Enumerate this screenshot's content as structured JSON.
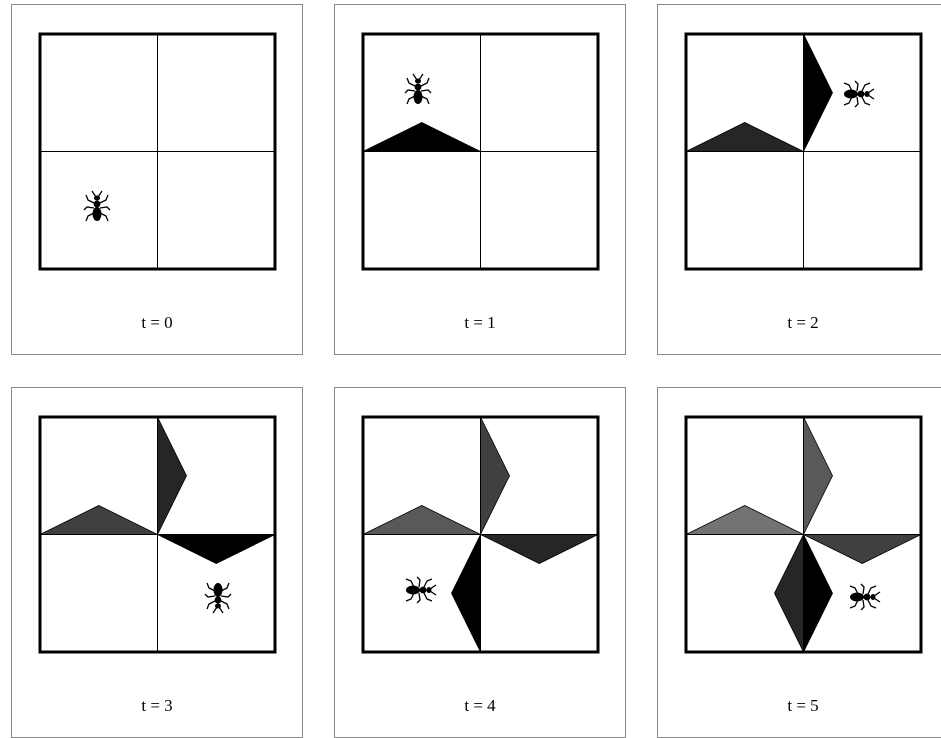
{
  "panels": [
    {
      "label": "t = 0",
      "bug": {
        "quadrant": "bottom-left",
        "facing": "up"
      },
      "pheromones": []
    },
    {
      "label": "t = 1",
      "bug": {
        "quadrant": "top-left",
        "facing": "up"
      },
      "pheromones": [
        {
          "edge": "left",
          "intensity": 1.0
        }
      ]
    },
    {
      "label": "t = 2",
      "bug": {
        "quadrant": "top-right",
        "facing": "right"
      },
      "pheromones": [
        {
          "edge": "left",
          "intensity": 0.85
        },
        {
          "edge": "top",
          "intensity": 1.0
        }
      ]
    },
    {
      "label": "t = 3",
      "bug": {
        "quadrant": "bottom-right",
        "facing": "down"
      },
      "pheromones": [
        {
          "edge": "left",
          "intensity": 0.75
        },
        {
          "edge": "top",
          "intensity": 0.85
        },
        {
          "edge": "right",
          "intensity": 1.0
        }
      ]
    },
    {
      "label": "t = 4",
      "bug": {
        "quadrant": "bottom-left",
        "facing": "right"
      },
      "pheromones": [
        {
          "edge": "left",
          "intensity": 0.65
        },
        {
          "edge": "top",
          "intensity": 0.75
        },
        {
          "edge": "right",
          "intensity": 0.85
        },
        {
          "edge": "bottom",
          "intensity": 1.0,
          "side": "left"
        }
      ]
    },
    {
      "label": "t = 5",
      "bug": {
        "quadrant": "bottom-right",
        "facing": "right"
      },
      "pheromones": [
        {
          "edge": "left",
          "intensity": 0.55
        },
        {
          "edge": "top",
          "intensity": 0.65
        },
        {
          "edge": "right",
          "intensity": 0.75
        },
        {
          "edge": "bottom",
          "intensity": 0.85,
          "side": "left"
        },
        {
          "edge": "bottom",
          "intensity": 1.0,
          "side": "right"
        }
      ]
    }
  ]
}
